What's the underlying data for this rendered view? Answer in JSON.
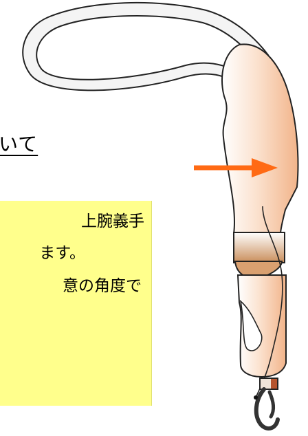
{
  "heading": "いて",
  "note": {
    "lines": [
      "上腕義手",
      "ます。",
      "意の角度で"
    ]
  },
  "colors": {
    "arrow": "#ff6a14",
    "note_bg": "#ffff8c",
    "skin": "#f7c7a5",
    "strap": "#f2f2f2"
  },
  "icons": [
    "arrow-right-icon",
    "prosthetic-arm-illustration",
    "harness-strap",
    "hook-terminal-device"
  ]
}
